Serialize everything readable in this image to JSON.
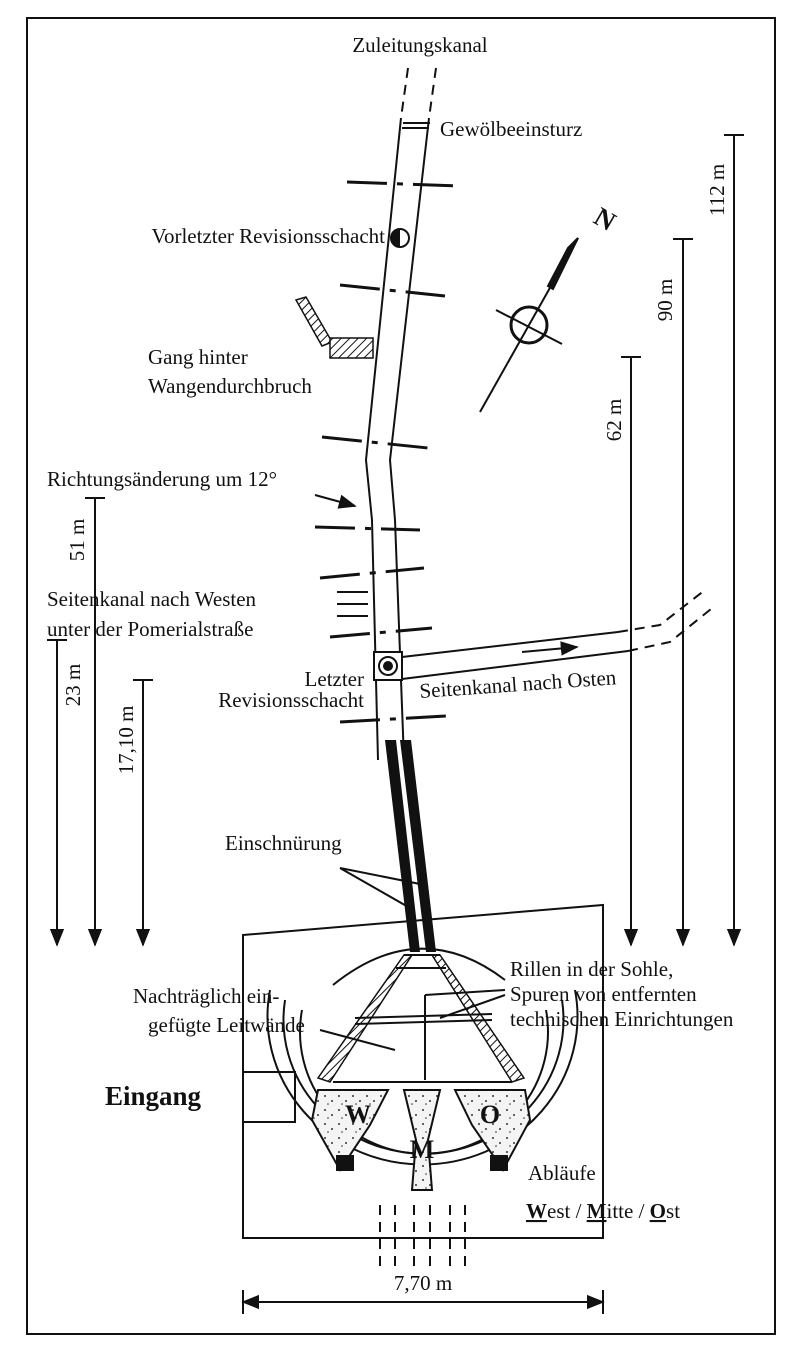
{
  "labels": {
    "feed_channel": "Zuleitungskanal",
    "vault_collapse": "Gewölbeeinsturz",
    "penultimate_shaft": "Vorletzter Revisionsschacht",
    "passage_1": "Gang hinter",
    "passage_2": "Wangendurchbruch",
    "direction_change": "Richtungsänderung um 12°",
    "side_west_1": "Seitenkanal nach Westen",
    "side_west_2": "unter der Pomerialstraße",
    "last_shaft_1": "Letzter",
    "last_shaft_2": "Revisionsschacht",
    "side_east": "Seitenkanal nach Osten",
    "constriction": "Einschnürung",
    "guide_walls_1": "Nachträglich ein-",
    "guide_walls_2": "gefügte Leitwände",
    "grooves_1": "Rillen in der Sohle,",
    "grooves_2": "Spuren von entfernten",
    "grooves_3": "technischen Einrichtungen",
    "entrance": "Eingang",
    "drains": "Abläufe",
    "west_initial": "W",
    "west_rest": "est / ",
    "mitte_initial": "M",
    "mitte_rest": "itte / ",
    "ost_initial": "O",
    "ost_rest": "st",
    "north": "N"
  },
  "chambers": {
    "west": "W",
    "middle": "M",
    "east": "O"
  },
  "dimensions": {
    "d_112": "112 m",
    "d_90": "90 m",
    "d_62": "62 m",
    "d_51": "51 m",
    "d_23": "23 m",
    "d_1710": "17,10 m",
    "width": "7,70 m"
  }
}
